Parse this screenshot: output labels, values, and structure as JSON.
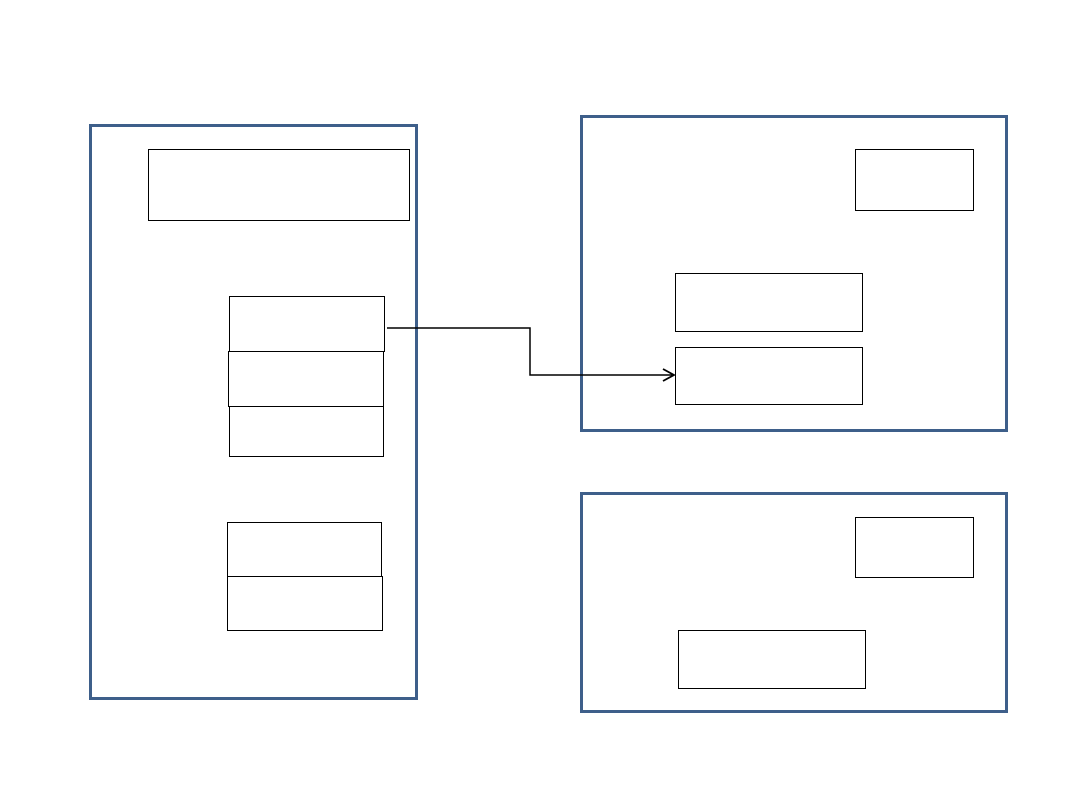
{
  "colors": {
    "frame_border": "#3e5f8a",
    "box_border": "#000000",
    "connector": "#000000",
    "background": "#ffffff"
  },
  "diagram": {
    "frames": [
      {
        "id": "left-frame"
      },
      {
        "id": "top-right-frame"
      },
      {
        "id": "bottom-right-frame"
      }
    ],
    "boxes": [
      {
        "id": "left-header-box",
        "label": ""
      },
      {
        "id": "left-stack-box-1",
        "label": ""
      },
      {
        "id": "left-stack-box-2",
        "label": ""
      },
      {
        "id": "left-stack-box-3",
        "label": ""
      },
      {
        "id": "left-lower-box-1",
        "label": ""
      },
      {
        "id": "left-lower-box-2",
        "label": ""
      },
      {
        "id": "top-right-small-box",
        "label": ""
      },
      {
        "id": "top-right-upper-box",
        "label": ""
      },
      {
        "id": "top-right-target-box",
        "label": ""
      },
      {
        "id": "bottom-right-small-box",
        "label": ""
      },
      {
        "id": "bottom-right-lower-box",
        "label": ""
      }
    ],
    "connectors": [
      {
        "from": "left-stack-box-1",
        "to": "top-right-target-box",
        "style": "elbow-arrow"
      }
    ]
  }
}
